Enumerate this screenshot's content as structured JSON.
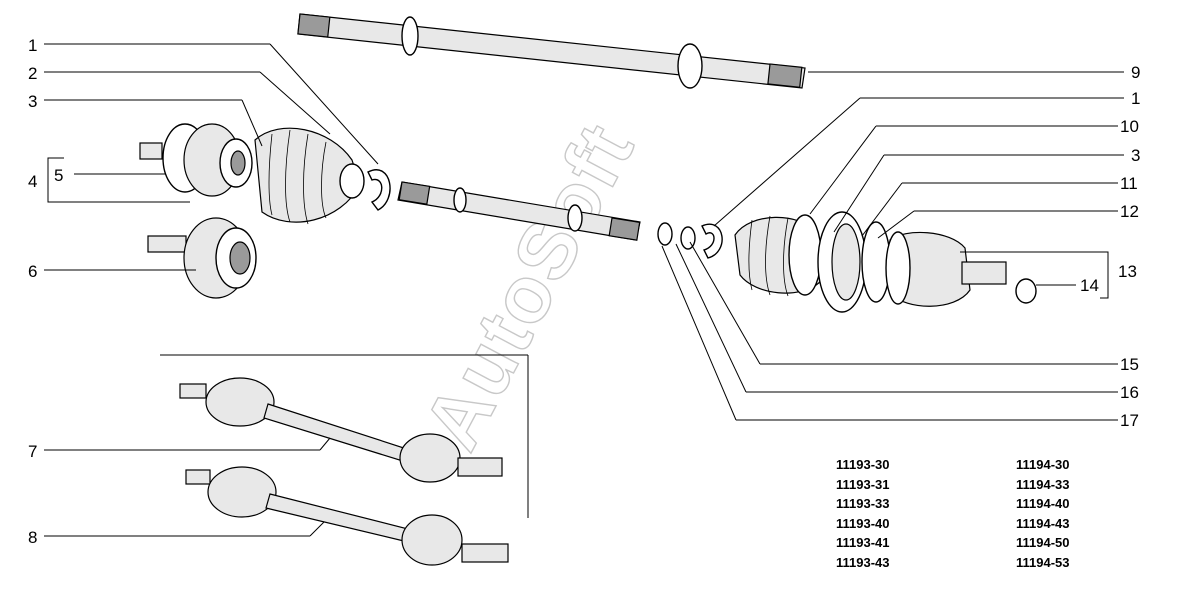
{
  "watermark": "AutoSoft",
  "callouts": {
    "left": [
      {
        "id": "c1",
        "text": "1"
      },
      {
        "id": "c2",
        "text": "2"
      },
      {
        "id": "c3",
        "text": "3"
      },
      {
        "id": "c4",
        "text": "4"
      },
      {
        "id": "c5",
        "text": "5"
      },
      {
        "id": "c6",
        "text": "6"
      },
      {
        "id": "c7",
        "text": "7"
      },
      {
        "id": "c8",
        "text": "8"
      }
    ],
    "right": [
      {
        "id": "r9",
        "text": "9"
      },
      {
        "id": "r1",
        "text": "1"
      },
      {
        "id": "r10",
        "text": "10"
      },
      {
        "id": "r3",
        "text": "3"
      },
      {
        "id": "r11",
        "text": "11"
      },
      {
        "id": "r12",
        "text": "12"
      },
      {
        "id": "r13",
        "text": "13"
      },
      {
        "id": "r14",
        "text": "14"
      },
      {
        "id": "r15",
        "text": "15"
      },
      {
        "id": "r16",
        "text": "16"
      },
      {
        "id": "r17",
        "text": "17"
      }
    ]
  },
  "codes": {
    "column_a": [
      "11193-30",
      "11193-31",
      "11193-33",
      "11193-40",
      "11193-41",
      "11193-43"
    ],
    "column_b": [
      "11194-30",
      "11194-33",
      "11194-40",
      "11194-43",
      "11194-50",
      "11194-53"
    ]
  }
}
